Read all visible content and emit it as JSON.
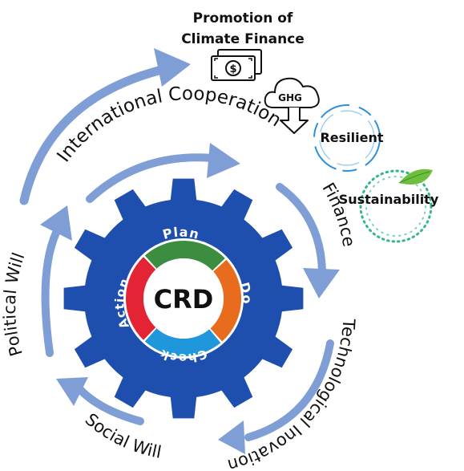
{
  "title": {
    "line1": "Promotion of",
    "line2": "Climate Finance"
  },
  "icons": {
    "money": {
      "name": "money-bills-icon",
      "symbol": "$"
    },
    "ghg": {
      "name": "ghg-cloud-icon",
      "label": "GHG"
    },
    "resilient": {
      "name": "resilient-ring-icon",
      "label": "Resilient"
    },
    "sustainability": {
      "name": "sustainability-leaf-icon",
      "label": "Sustainability"
    }
  },
  "cycle": {
    "labels": {
      "international_cooperation": "International Cooperation",
      "finance": "Finance",
      "technological_inovation": "Technological Inovation",
      "social_will": "Social Will",
      "political_will": "Political Will"
    }
  },
  "gear": {
    "center_label": "CRD",
    "pdca": {
      "plan": "Plan",
      "do": "Do",
      "check": "Check",
      "action": "Action"
    }
  },
  "colors": {
    "gear": "#1f4fae",
    "arrow": "#7f9ed6",
    "plan": "#3c8d3f",
    "do": "#e86c1d",
    "check": "#1f97da",
    "action": "#e32434",
    "resilient_ring": "#2e8fd8",
    "sustain_ring": "#35b58a",
    "leaf": "#6fbf3f"
  }
}
